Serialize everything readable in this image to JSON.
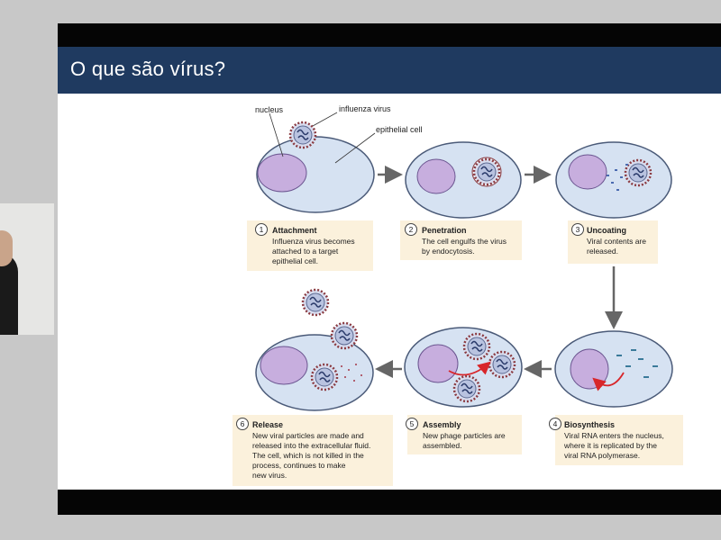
{
  "slide": {
    "title": "O que são vírus?"
  },
  "labels": {
    "nucleus": "nucleus",
    "influenza_virus": "influenza virus",
    "epithelial_cell": "epithelial cell"
  },
  "steps": [
    {
      "number": "1",
      "title": "Attachment",
      "lines": [
        "Influenza virus becomes",
        "attached to a target",
        "epithelial cell."
      ]
    },
    {
      "number": "2",
      "title": "Penetration",
      "lines": [
        "The cell engulfs the virus",
        "by endocytosis."
      ]
    },
    {
      "number": "3",
      "title": "Uncoating",
      "lines": [
        "Viral contents are",
        "released."
      ]
    },
    {
      "number": "4",
      "title": "Biosynthesis",
      "lines": [
        "Viral RNA enters the nucleus,",
        "where it is replicated by the",
        "viral RNA polymerase."
      ]
    },
    {
      "number": "5",
      "title": "Assembly",
      "lines": [
        "New phage particles are",
        "assembled."
      ]
    },
    {
      "number": "6",
      "title": "Release",
      "lines": [
        "New viral particles are made and",
        "released into the extracellular fluid.",
        "The cell, which is not killed in the",
        "process, continues to make",
        "new virus."
      ]
    }
  ],
  "colors": {
    "title_bar": "#1f3a60",
    "cell_fill": "#d6e2f2",
    "cell_stroke": "#4a5a78",
    "nucleus_fill": "#c7aede",
    "caption_bg": "#fbf1dc",
    "arrow": "#666666",
    "red_arrow": "#d8262a"
  }
}
